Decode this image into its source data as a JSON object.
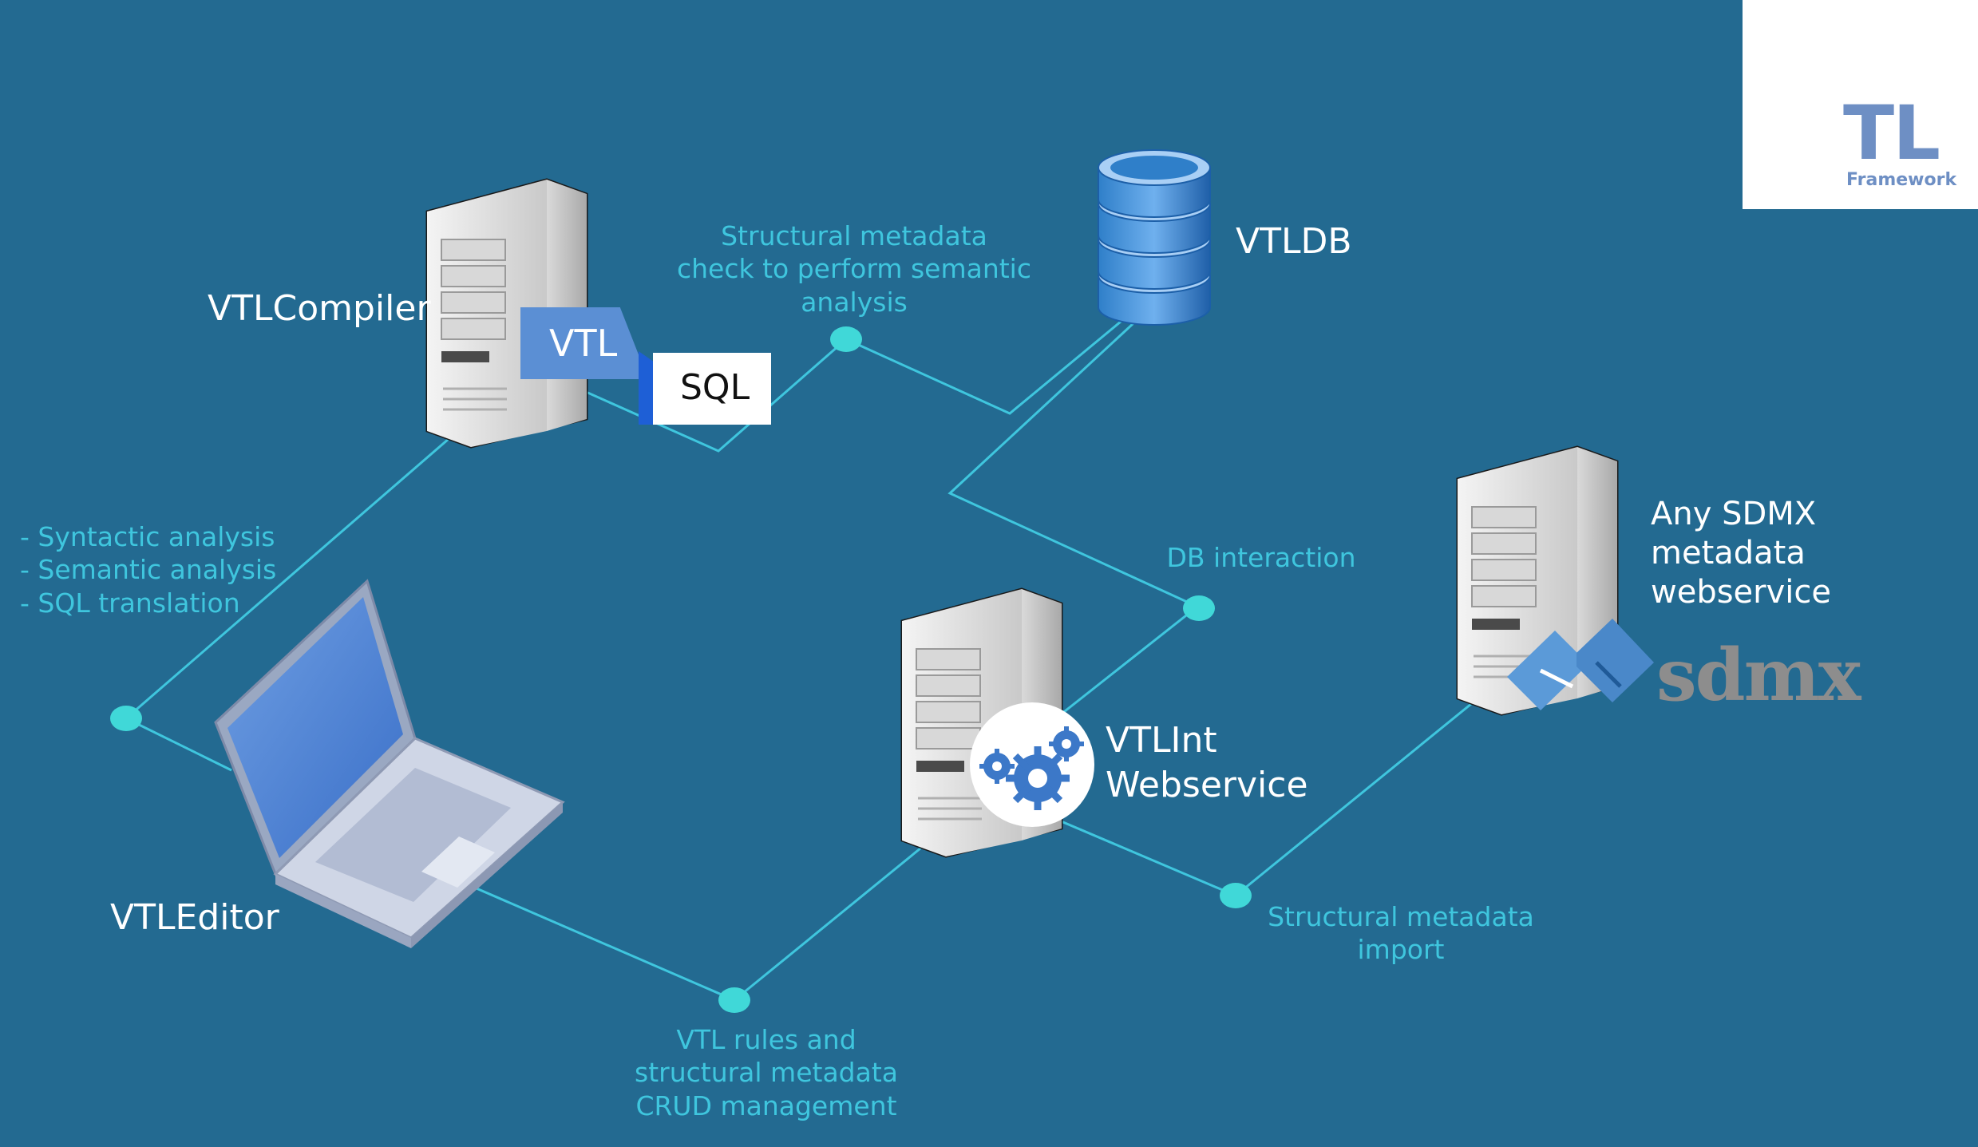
{
  "colors": {
    "background": "#236a91",
    "connector": "#3fc6de",
    "node": "#40d8d8",
    "label": "#ffffff",
    "note": "#3fc6de"
  },
  "logo": {
    "letters": "TL",
    "subtitle": "Framework",
    "check_color": "#2bb24c"
  },
  "components": {
    "compiler": {
      "label": "VTLCompiler",
      "icon": "server-tower",
      "tag_source": "VTL",
      "tag_target": "SQL"
    },
    "db": {
      "label": "VTLDB",
      "icon": "database-stack"
    },
    "editor": {
      "label": "VTLEditor",
      "icon": "laptop"
    },
    "webservice": {
      "label": "VTLInt\nWebservice",
      "icon": "server-tower-gears"
    },
    "sdmx_service": {
      "label": "Any SDMX\nmetadata\nwebservice",
      "icon": "server-tower",
      "brand": "sdmx"
    }
  },
  "connections": [
    {
      "label": "Structural metadata\ncheck to perform semantic\nanalysis"
    },
    {
      "label": "- Syntactic analysis\n- Semantic analysis\n- SQL translation"
    },
    {
      "label": "DB interaction"
    },
    {
      "label": "Structural metadata\nimport"
    },
    {
      "label": "VTL rules and\nstructural metadata\n CRUD management"
    }
  ]
}
